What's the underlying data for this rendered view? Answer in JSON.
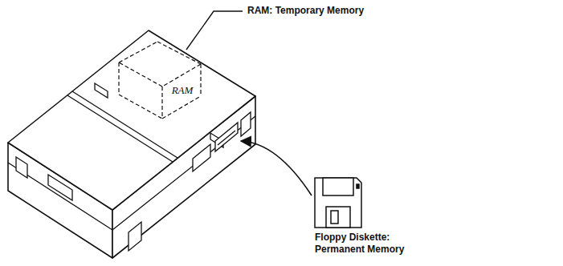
{
  "diagram": {
    "nodes": [
      {
        "text": [
          "RAM"
        ]
      }
    ],
    "labels": [
      "RAM: Temporary Memory",
      "Floppy Diskette: Permanent Memory"
    ]
  }
}
